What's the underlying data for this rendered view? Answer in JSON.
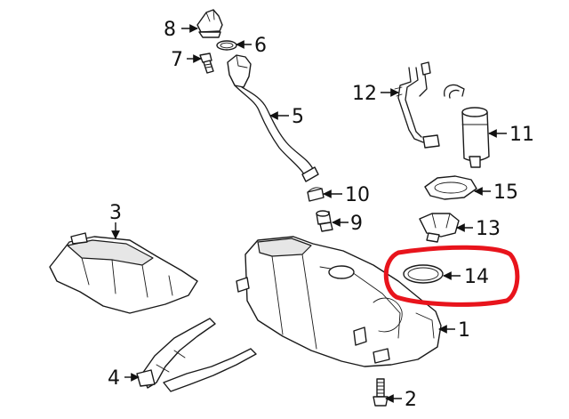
{
  "diagram": {
    "callouts": [
      {
        "id": "c1",
        "label": "1"
      },
      {
        "id": "c2",
        "label": "2"
      },
      {
        "id": "c3",
        "label": "3"
      },
      {
        "id": "c4",
        "label": "4"
      },
      {
        "id": "c5",
        "label": "5"
      },
      {
        "id": "c6",
        "label": "6"
      },
      {
        "id": "c7",
        "label": "7"
      },
      {
        "id": "c8",
        "label": "8"
      },
      {
        "id": "c9",
        "label": "9"
      },
      {
        "id": "c10",
        "label": "10"
      },
      {
        "id": "c11",
        "label": "11"
      },
      {
        "id": "c12",
        "label": "12"
      },
      {
        "id": "c13",
        "label": "13"
      },
      {
        "id": "c14",
        "label": "14"
      },
      {
        "id": "c15",
        "label": "15"
      }
    ],
    "highlight": {
      "color": "#e8141c",
      "target": "14"
    },
    "colors": {
      "ink": "#1a1a1a",
      "background": "#ffffff",
      "highlight": "#e8141c"
    }
  }
}
